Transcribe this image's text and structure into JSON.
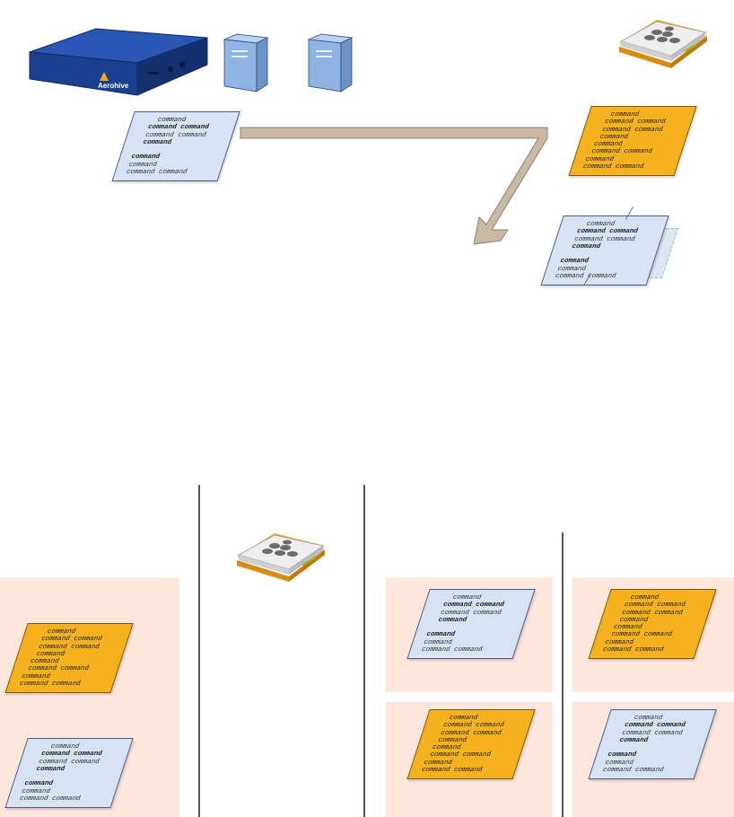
{
  "appliance": {
    "brand_text": "Aerohive",
    "body_color": "#1b3f8f",
    "accent_color": "#f5a623"
  },
  "server_color": "#8fb4e3",
  "flow_arrow_color": "#c7b9a4",
  "panel_color": "#fde6dc",
  "card_colors": {
    "blue": "#d7e2f3",
    "orange": "#f6b21e"
  },
  "cards": {
    "top_left_blue": [
      {
        "text": "command",
        "style": "normal",
        "indent": 5
      },
      {
        "text": "command command",
        "style": "bold",
        "indent": 3
      },
      {
        "text": "command command",
        "style": "light",
        "indent": 3
      },
      {
        "text": "command",
        "style": "bold",
        "indent": 3
      },
      {
        "text": "",
        "style": "normal",
        "indent": 0
      },
      {
        "text": "command",
        "style": "bold",
        "indent": 1
      },
      {
        "text": "command",
        "style": "light",
        "indent": 1
      },
      {
        "text": "command command",
        "style": "light",
        "indent": 1
      }
    ],
    "top_right_orange": [
      {
        "text": "command",
        "style": "normal",
        "indent": 4
      },
      {
        "text": "command command",
        "style": "normal",
        "indent": 3
      },
      {
        "text": "command command",
        "style": "normal",
        "indent": 3
      },
      {
        "text": "command",
        "style": "normal",
        "indent": 3
      },
      {
        "text": "command",
        "style": "normal",
        "indent": 2
      },
      {
        "text": "command command",
        "style": "normal",
        "indent": 2
      },
      {
        "text": "command",
        "style": "normal",
        "indent": 1
      },
      {
        "text": "command command",
        "style": "normal",
        "indent": 1
      }
    ],
    "mid_right_blue": [
      {
        "text": "command",
        "style": "light",
        "indent": 5
      },
      {
        "text": "command command",
        "style": "bold",
        "indent": 3
      },
      {
        "text": "command command",
        "style": "light",
        "indent": 3
      },
      {
        "text": "command",
        "style": "bold",
        "indent": 3
      },
      {
        "text": "",
        "style": "normal",
        "indent": 0
      },
      {
        "text": "command",
        "style": "bold",
        "indent": 1
      },
      {
        "text": "command",
        "style": "light",
        "indent": 1
      },
      {
        "text": "command command",
        "style": "light",
        "indent": 1
      }
    ],
    "bottom_left_orange": [
      {
        "text": "command",
        "style": "normal",
        "indent": 4
      },
      {
        "text": "command command",
        "style": "normal",
        "indent": 3
      },
      {
        "text": "command command",
        "style": "normal",
        "indent": 3
      },
      {
        "text": "command",
        "style": "normal",
        "indent": 3
      },
      {
        "text": "command",
        "style": "normal",
        "indent": 2
      },
      {
        "text": "command command",
        "style": "normal",
        "indent": 2
      },
      {
        "text": "command",
        "style": "normal",
        "indent": 1
      },
      {
        "text": "command command",
        "style": "normal",
        "indent": 1
      }
    ],
    "bottom_left_blue": [
      {
        "text": "command",
        "style": "light",
        "indent": 5
      },
      {
        "text": "command command",
        "style": "bold",
        "indent": 3
      },
      {
        "text": "command command",
        "style": "light",
        "indent": 3
      },
      {
        "text": "command",
        "style": "bold",
        "indent": 3
      },
      {
        "text": "",
        "style": "normal",
        "indent": 0
      },
      {
        "text": "command",
        "style": "bold",
        "indent": 1
      },
      {
        "text": "command",
        "style": "light",
        "indent": 1
      },
      {
        "text": "command command",
        "style": "light",
        "indent": 1
      }
    ],
    "bottom_mid_blue": [
      {
        "text": "command",
        "style": "light",
        "indent": 5
      },
      {
        "text": "command command",
        "style": "bold",
        "indent": 3
      },
      {
        "text": "command command",
        "style": "light",
        "indent": 3
      },
      {
        "text": "command",
        "style": "bold",
        "indent": 3
      },
      {
        "text": "",
        "style": "normal",
        "indent": 0
      },
      {
        "text": "command",
        "style": "bold",
        "indent": 1
      },
      {
        "text": "command",
        "style": "light",
        "indent": 1
      },
      {
        "text": "command command",
        "style": "light",
        "indent": 1
      }
    ],
    "bottom_mid_orange": [
      {
        "text": "command",
        "style": "normal",
        "indent": 4
      },
      {
        "text": "command command",
        "style": "normal",
        "indent": 3
      },
      {
        "text": "command command",
        "style": "normal",
        "indent": 3
      },
      {
        "text": "command",
        "style": "normal",
        "indent": 3
      },
      {
        "text": "command",
        "style": "normal",
        "indent": 2
      },
      {
        "text": "command command",
        "style": "normal",
        "indent": 2
      },
      {
        "text": "command",
        "style": "normal",
        "indent": 1
      },
      {
        "text": "command command",
        "style": "normal",
        "indent": 1
      }
    ],
    "bottom_right_orange": [
      {
        "text": "command",
        "style": "normal",
        "indent": 4
      },
      {
        "text": "command command",
        "style": "normal",
        "indent": 3
      },
      {
        "text": "command command",
        "style": "normal",
        "indent": 3
      },
      {
        "text": "command",
        "style": "normal",
        "indent": 3
      },
      {
        "text": "command",
        "style": "normal",
        "indent": 2
      },
      {
        "text": "command command",
        "style": "normal",
        "indent": 2
      },
      {
        "text": "command",
        "style": "normal",
        "indent": 1
      },
      {
        "text": "command command",
        "style": "normal",
        "indent": 1
      }
    ],
    "bottom_right_blue": [
      {
        "text": "command",
        "style": "light",
        "indent": 5
      },
      {
        "text": "command command",
        "style": "bold",
        "indent": 3
      },
      {
        "text": "command command",
        "style": "light",
        "indent": 3
      },
      {
        "text": "command",
        "style": "bold",
        "indent": 3
      },
      {
        "text": "",
        "style": "normal",
        "indent": 0
      },
      {
        "text": "command",
        "style": "bold",
        "indent": 1
      },
      {
        "text": "command",
        "style": "light",
        "indent": 1
      },
      {
        "text": "command command",
        "style": "light",
        "indent": 1
      }
    ]
  }
}
